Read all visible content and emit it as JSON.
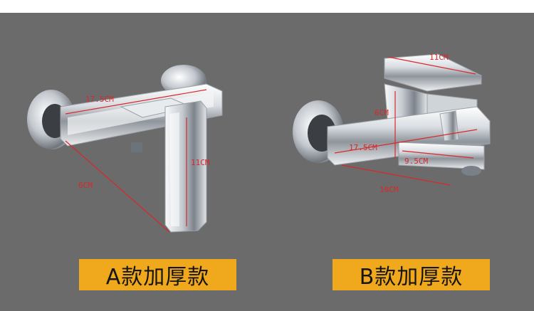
{
  "products": [
    {
      "label": "A款加厚款",
      "dimensions": {
        "length": "17.5CM",
        "height": "11CM",
        "depth": "6CM"
      }
    },
    {
      "label": "B款加厚款",
      "dimensions": {
        "top_width": "11CM",
        "height": "6CM",
        "length": "17.5CM",
        "spout": "9.5CM",
        "overall": "10CM"
      }
    }
  ],
  "colors": {
    "background": "#6b6b6b",
    "badge": "#f0a81d",
    "dimension_line": "#d8282a"
  }
}
